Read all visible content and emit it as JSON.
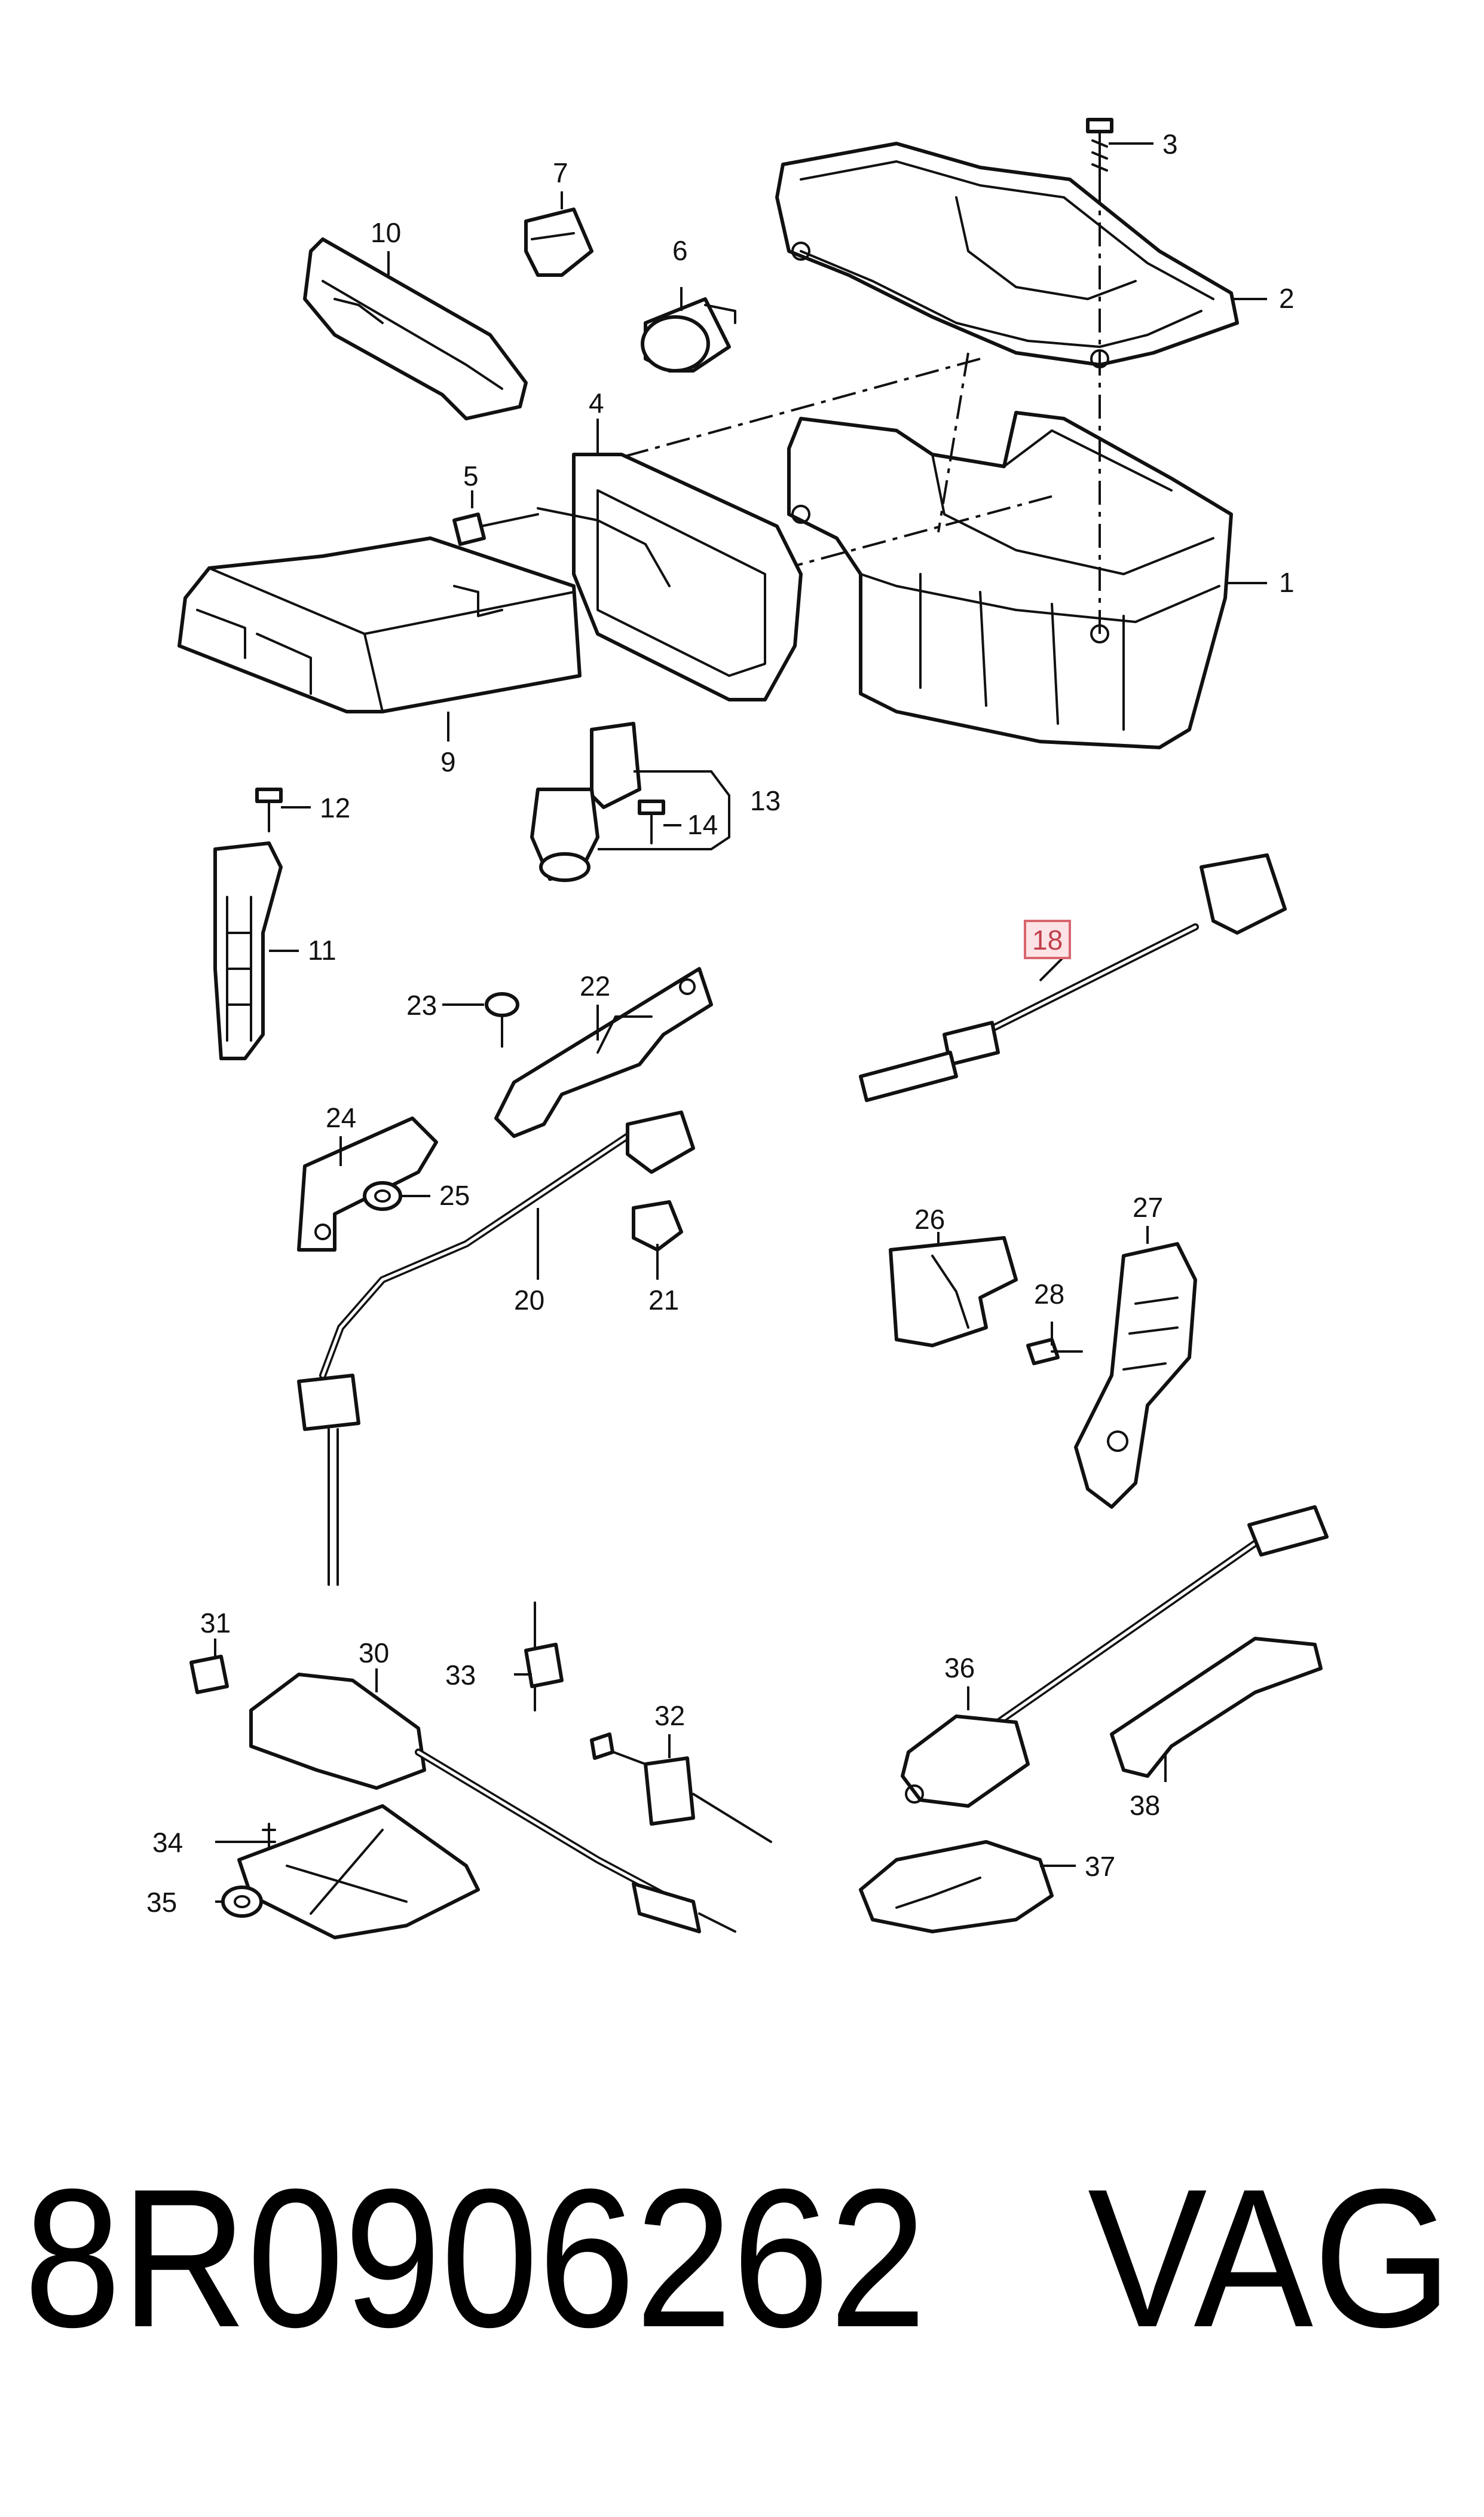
{
  "callouts": {
    "c1": "1",
    "c2": "2",
    "c3": "3",
    "c4": "4",
    "c5": "5",
    "c6": "6",
    "c7": "7",
    "c9": "9",
    "c10": "10",
    "c11": "11",
    "c12": "12",
    "c13": "13",
    "c14": "14",
    "c18": "18",
    "c20": "20",
    "c21": "21",
    "c22": "22",
    "c23": "23",
    "c24": "24",
    "c25": "25",
    "c26": "26",
    "c27": "27",
    "c28": "28",
    "c30": "30",
    "c31": "31",
    "c32": "32",
    "c33": "33",
    "c34": "34",
    "c35": "35",
    "c36": "36",
    "c37": "37",
    "c38": "38"
  },
  "highlighted_part": "18",
  "colors": {
    "highlight_fill": "#fde3e6",
    "highlight_stroke": "#d9656f",
    "line": "#111111"
  },
  "footer": {
    "part_number": "8R0906262",
    "brand": "VAG"
  }
}
